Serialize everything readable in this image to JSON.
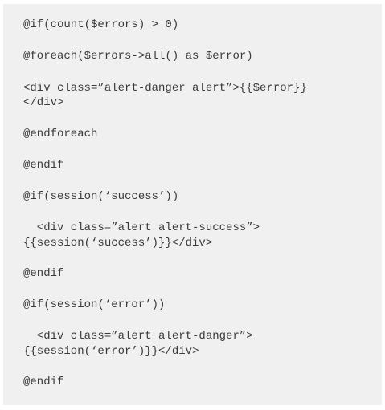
{
  "code_block": {
    "lines": [
      "@if(count($errors) > 0)",
      "@foreach($errors->all() as $error)",
      "<div class=”alert-danger alert”>{{$error}}",
      "</div>",
      "@endforeach",
      "@endif",
      "@if(session(‘success’))",
      "  <div class=”alert alert-success”>",
      "{{session(‘success’)}}</div>",
      "@endif",
      "@if(session(‘error’))",
      "  <div class=”alert alert-danger”>",
      "{{session(‘error’)}}</div>",
      "@endif"
    ]
  }
}
